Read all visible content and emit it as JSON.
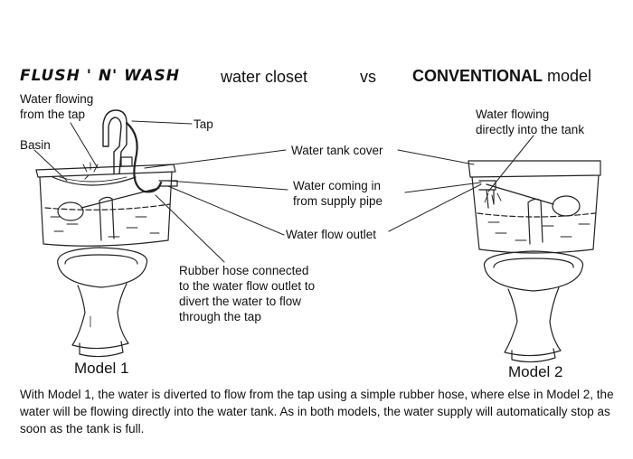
{
  "title": {
    "brand": "FLUSH ' N' WASH",
    "brand_suffix": "water closet",
    "vs": "vs",
    "conventional_bold": "CONVENTIONAL",
    "conventional_suffix": "model"
  },
  "labels": {
    "water_from_tap_line1": "Water flowing",
    "water_from_tap_line2": "from the tap",
    "tap": "Tap",
    "basin": "Basin",
    "tank_cover": "Water tank cover",
    "water_in_line1": "Water coming in",
    "water_in_line2": "from supply pipe",
    "outlet": "Water flow outlet",
    "hose_line1": "Rubber hose connected",
    "hose_line2": "to the water flow outlet to",
    "hose_line3": "divert the water to flow",
    "hose_line4": "through the tap",
    "direct_line1": "Water flowing",
    "direct_line2": "directly into the tank"
  },
  "models": {
    "model1": "Model 1",
    "model2": "Model 2"
  },
  "caption": "With Model 1, the water is diverted to flow from the tap using a simple rubber hose, where else in Model 2, the water will be flowing directly into the water tank. As in both models, the water supply will automatically stop as soon as the tank is full."
}
